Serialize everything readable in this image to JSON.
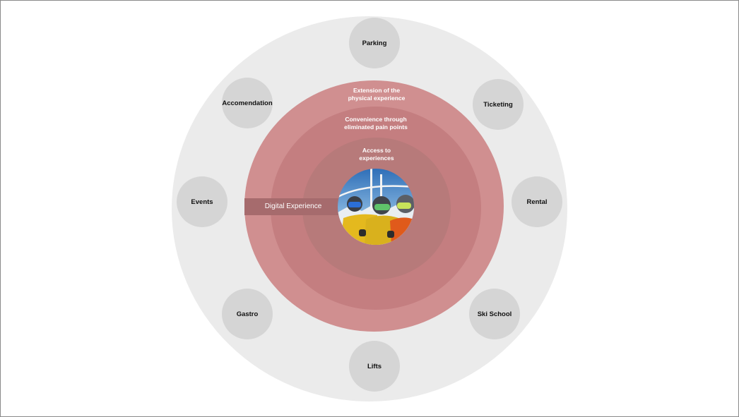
{
  "center_label": "Digital Experience",
  "rings": [
    {
      "label": "Extension of the\nphysical experience"
    },
    {
      "label": "Convenience through\neliminated pain points"
    },
    {
      "label": "Access to\nexperiences"
    }
  ],
  "nodes": {
    "parking": "Parking",
    "ticketing": "Ticketing",
    "rental": "Rental",
    "ski_school": "Ski School",
    "lifts": "Lifts",
    "gastro": "Gastro",
    "events": "Events",
    "accomendation": "Accomendation"
  },
  "colors": {
    "outer_ring": "#ebebeb",
    "ring_1": "#d08f90",
    "ring_2": "#c47e80",
    "ring_3": "#b77a7a",
    "label_bar": "#a66b6d",
    "node": "#d5d5d5"
  }
}
